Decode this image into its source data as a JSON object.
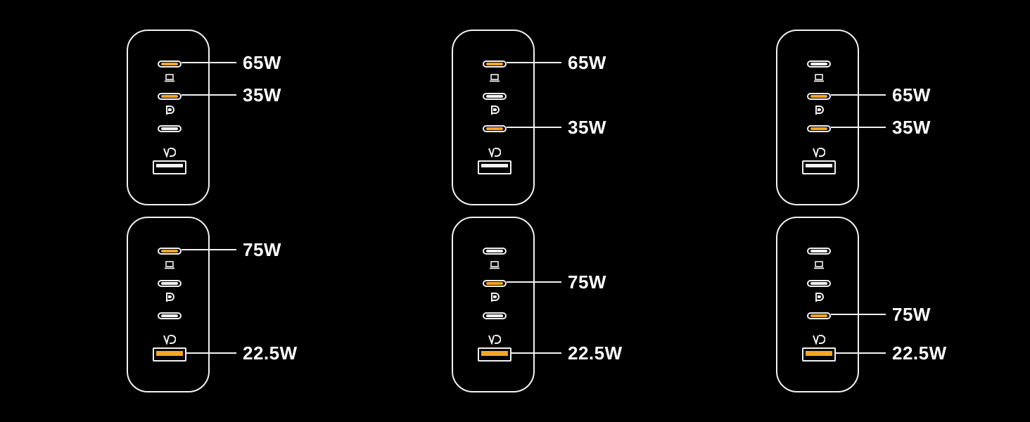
{
  "colors": {
    "background": "#000000",
    "outline": "#f2f2f2",
    "active": "#f5a623"
  },
  "icons": [
    "laptop-icon",
    "pd-icon",
    "vd-icon"
  ],
  "configurations": [
    {
      "id": "c1",
      "active_ports": [
        "c1",
        "c2"
      ],
      "labels": [
        "65W",
        "35W"
      ]
    },
    {
      "id": "c2",
      "active_ports": [
        "c1",
        "c3"
      ],
      "labels": [
        "65W",
        "35W"
      ]
    },
    {
      "id": "c3",
      "active_ports": [
        "c2",
        "c3"
      ],
      "labels": [
        "65W",
        "35W"
      ]
    },
    {
      "id": "c4",
      "active_ports": [
        "c1",
        "a"
      ],
      "labels": [
        "75W",
        "22.5W"
      ]
    },
    {
      "id": "c5",
      "active_ports": [
        "c2",
        "a"
      ],
      "labels": [
        "75W",
        "22.5W"
      ]
    },
    {
      "id": "c6",
      "active_ports": [
        "c3",
        "a"
      ],
      "labels": [
        "75W",
        "22.5W"
      ]
    }
  ]
}
